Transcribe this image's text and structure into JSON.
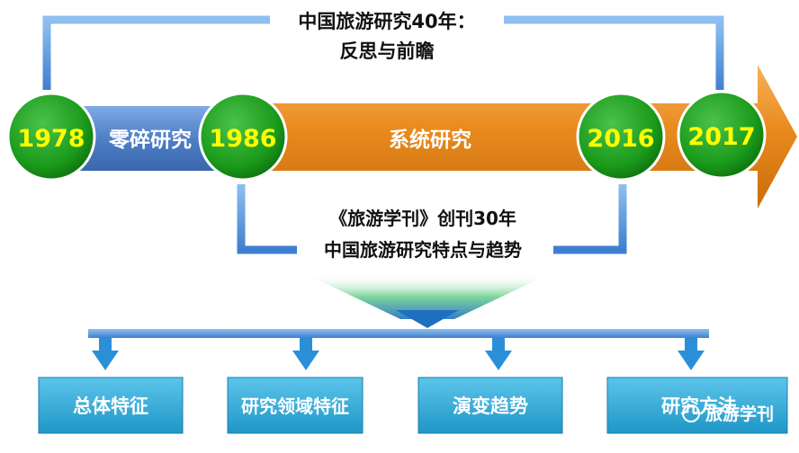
{
  "top_title": {
    "line1": "中国旅游研究40年：",
    "line2": "反思与前瞻"
  },
  "timeline": {
    "years": [
      "1978",
      "1986",
      "2016",
      "2017"
    ],
    "phase_fragmented": "零碎研究",
    "phase_systematic": "系统研究"
  },
  "middle_title": {
    "line1": "《旅游学刊》创刊30年",
    "line2": "中国旅游研究特点与趋势"
  },
  "boxes": [
    "总体特征",
    "研究领域特征",
    "演变趋势",
    "研究方法"
  ],
  "watermark": {
    "text": "旅游学刊"
  },
  "colors": {
    "blue_connector": "#4a8fd8",
    "blue_bar": "#4f7fc6",
    "orange_arrow": "#e88a1e",
    "green_circle": "#1a9a1a",
    "box_teal": "#2aa9d6",
    "box_text": "#ffffff",
    "circle_text": "#ffff00"
  }
}
